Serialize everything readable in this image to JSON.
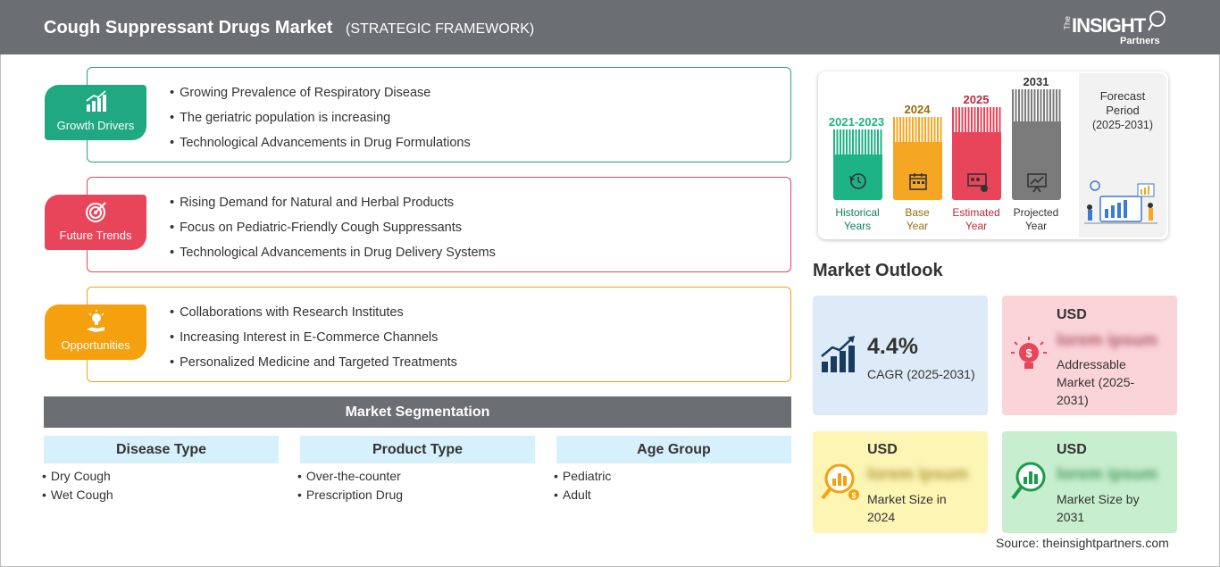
{
  "header": {
    "title": "Cough Suppressant Drugs Market",
    "subtitle": "(STRATEGIC FRAMEWORK)",
    "logo_the": "The",
    "logo_main": "INSIGHT",
    "logo_sub": "Partners"
  },
  "framework": {
    "growth": {
      "label": "Growth Drivers",
      "color": "#20a882",
      "items": [
        "Growing Prevalence of Respiratory Disease",
        "The geriatric population is increasing",
        "Technological Advancements in Drug Formulations"
      ]
    },
    "trends": {
      "label": "Future Trends",
      "color": "#e8455a",
      "items": [
        "Rising Demand for Natural and Herbal Products",
        "Focus on Pediatric-Friendly Cough Suppressants",
        "Technological Advancements in Drug Delivery Systems"
      ]
    },
    "opportunities": {
      "label": "Opportunities",
      "color": "#f5a00f",
      "items": [
        "Collaborations with Research Institutes",
        "Increasing Interest in E-Commerce Channels",
        "Personalized Medicine and Targeted Treatments"
      ]
    }
  },
  "segmentation": {
    "title": "Market Segmentation",
    "columns": [
      {
        "head": "Disease Type",
        "items": [
          "Dry Cough",
          "Wet Cough"
        ]
      },
      {
        "head": "Product Type",
        "items": [
          "Over-the-counter",
          "Prescription Drug"
        ]
      },
      {
        "head": "Age Group",
        "items": [
          "Pediatric",
          "Adult"
        ]
      }
    ]
  },
  "timeline": {
    "bars": [
      {
        "year": "2021-2023",
        "label_1": "Historical",
        "label_2": "Years",
        "color": "#1db384"
      },
      {
        "year": "2024",
        "label_1": "Base",
        "label_2": "Year",
        "color": "#f5a623"
      },
      {
        "year": "2025",
        "label_1": "Estimated",
        "label_2": "Year",
        "color": "#e8455a"
      },
      {
        "year": "2031",
        "label_1": "Projected",
        "label_2": "Year",
        "color": "#7b7b7b"
      }
    ],
    "forecast_title": "Forecast Period",
    "forecast_period": "(2025-2031)"
  },
  "outlook": {
    "title": "Market Outlook",
    "cagr": {
      "value": "4.4%",
      "label": "CAGR (2025-2031)"
    },
    "addressable": {
      "usd": "USD",
      "blurred": "lorem ipsum",
      "label": "Addressable Market (2025-2031)"
    },
    "size_2024": {
      "usd": "USD",
      "blurred": "lorem ipsum",
      "label": "Market Size in 2024"
    },
    "size_2031": {
      "usd": "USD",
      "blurred": "lorem ipsum",
      "label": "Market Size by 2031"
    },
    "colors": {
      "cagr_bg": "#dcebf7",
      "addr_bg": "#fad4d9",
      "s2024_bg": "#fdf5b4",
      "s2031_bg": "#c7efcf",
      "navy": "#1a3a5e"
    }
  },
  "source": "Source: theinsightpartners.com"
}
